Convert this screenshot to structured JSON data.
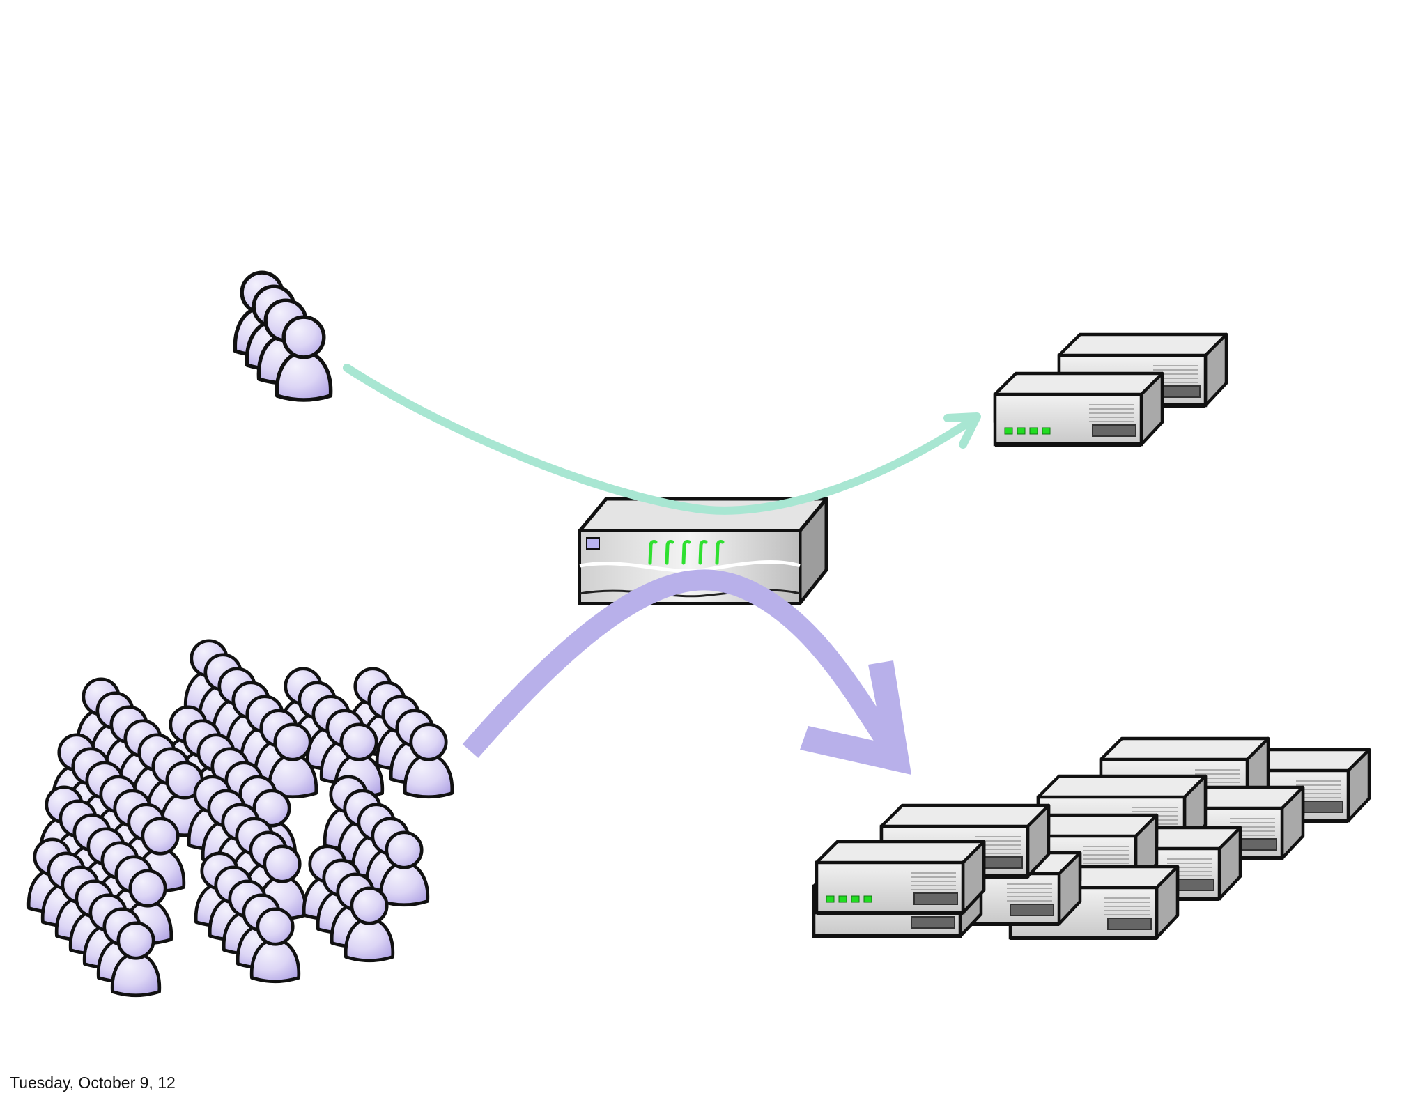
{
  "slide": {
    "footer_date": "Tuesday, October 9, 12"
  },
  "colors": {
    "background": "#ffffff",
    "person_fill": "#c9c0ec",
    "person_highlight": "#f3f1fc",
    "outline": "#111111",
    "small_flow_arrow": "#a8e6d2",
    "large_flow_arrow": "#b8b0ea",
    "server_body": "#dcdcdc",
    "server_top": "#eeeeee",
    "server_side": "#b8b8b8",
    "led_green": "#22dd22",
    "router_port_green": "#2fe030",
    "router_indicator": "#b9b4f0"
  },
  "diagram": {
    "small_group": {
      "icon": "person-icon",
      "people_count": 4
    },
    "large_group": {
      "icon": "person-icon",
      "people_count": 72
    },
    "router": {
      "icon": "router-icon",
      "port_leds": 5
    },
    "small_server_cluster": {
      "icon": "server-icon",
      "server_count": 2
    },
    "large_server_cluster": {
      "icon": "server-icon",
      "server_count": 11
    },
    "flows": [
      {
        "id": "small-flow",
        "from": "small_group",
        "via": "router",
        "to": "small_server_cluster",
        "weight": "thin"
      },
      {
        "id": "large-flow",
        "from": "large_group",
        "via": "router",
        "to": "large_server_cluster",
        "weight": "thick"
      }
    ]
  }
}
